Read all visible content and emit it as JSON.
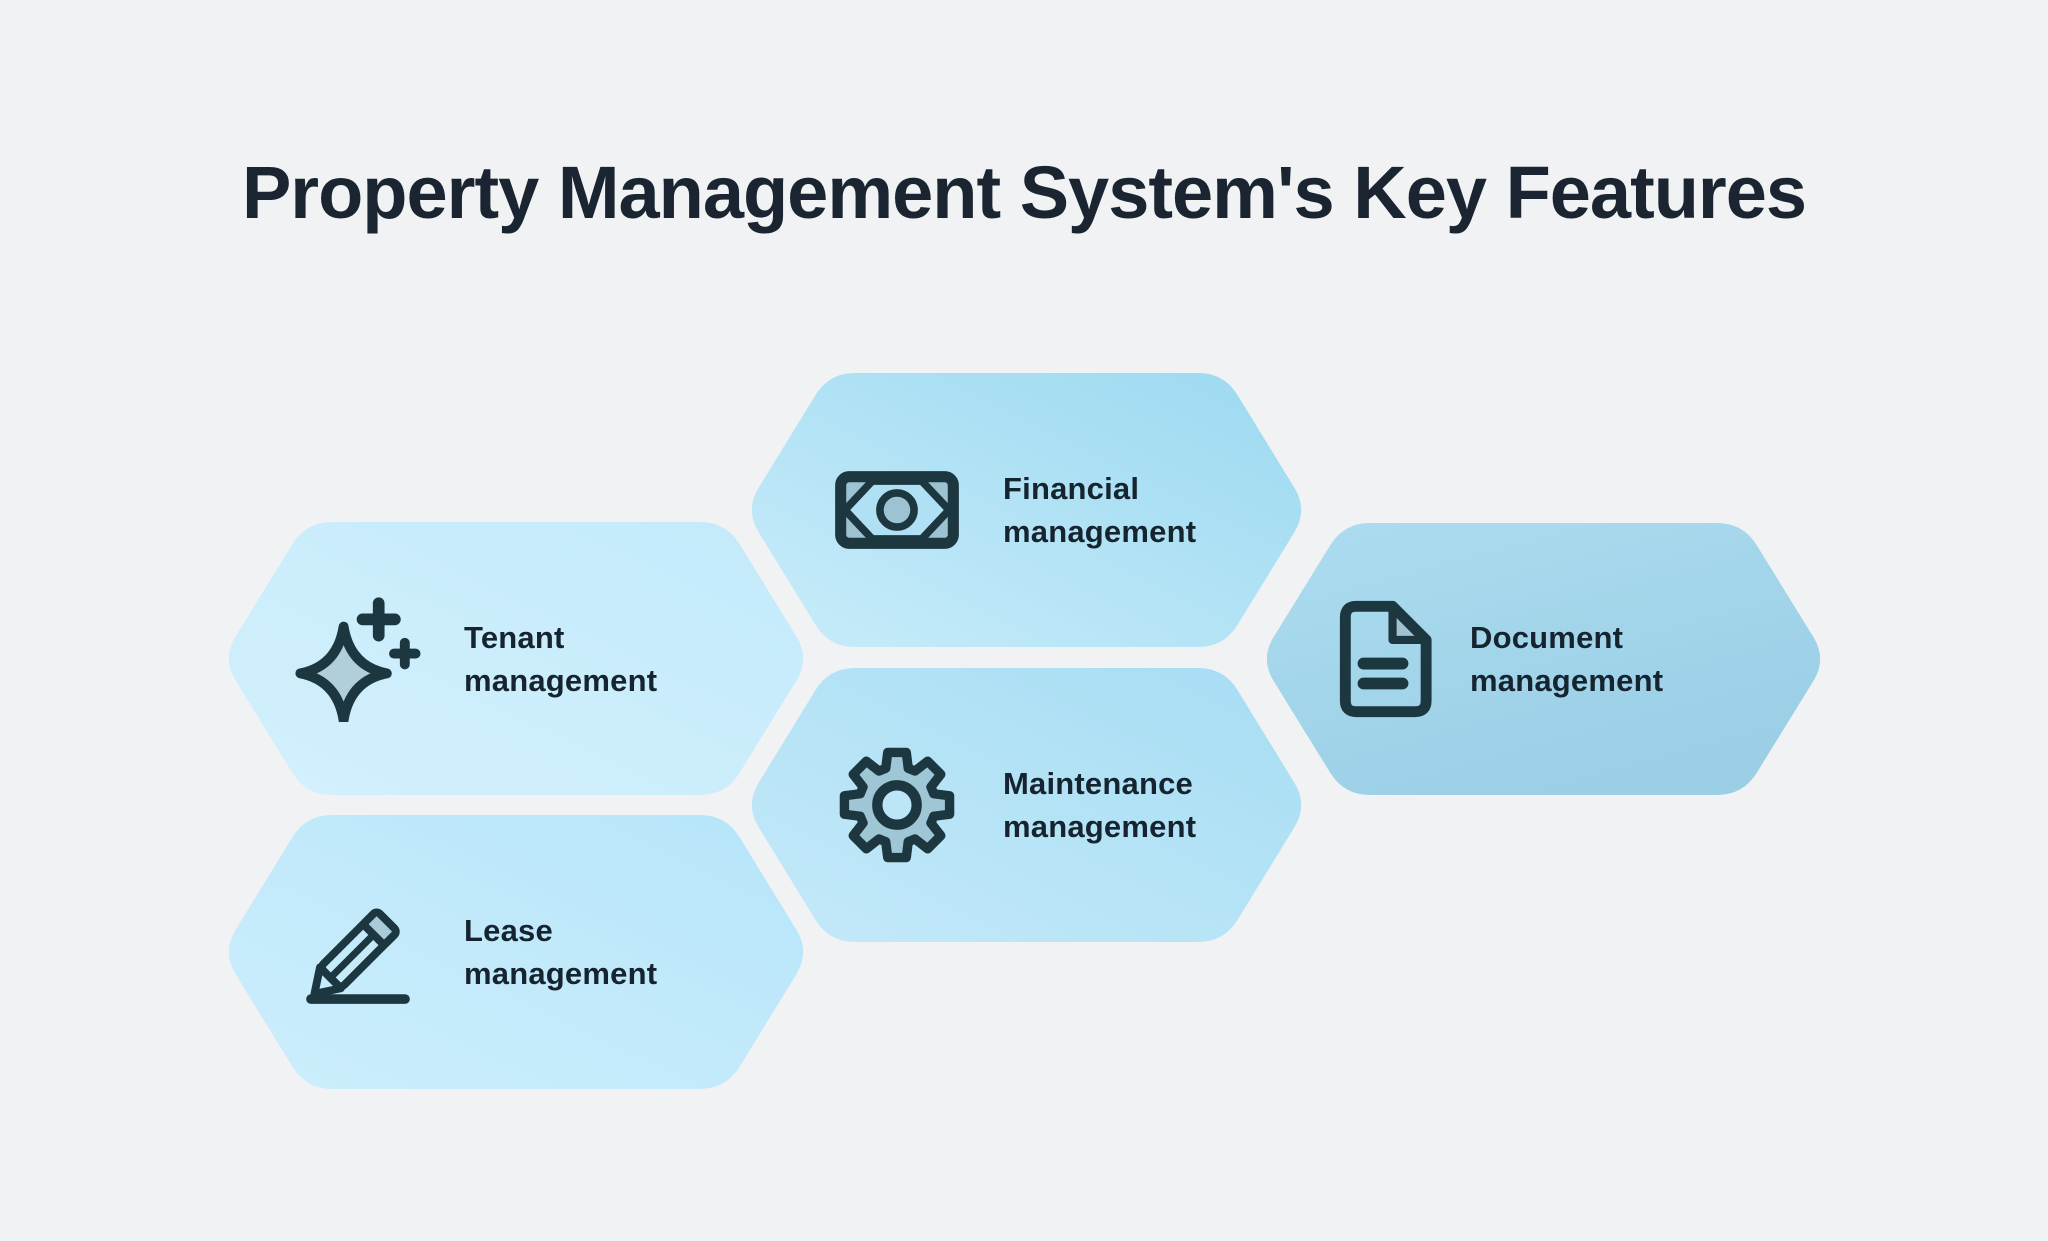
{
  "title": "Property Management System's Key Features",
  "colors": {
    "background": "#f1f2f4",
    "title_text": "#1a2531",
    "label_text": "#162430",
    "icon_outline": "#1d3741"
  },
  "cards": [
    {
      "id": "tenant",
      "icon": "sparkle-icon",
      "line1": "Tenant",
      "line2": "management",
      "fill_from": "#d3f0fd",
      "fill_to": "#c3eafb",
      "icon_fill": "#b0cfda",
      "icon_inner": "#cdeefc"
    },
    {
      "id": "financial",
      "icon": "banknote-icon",
      "line1": "Financial",
      "line2": "management",
      "fill_from": "#c8ecfa",
      "fill_to": "#9cd9f0",
      "icon_fill": "#9dc3d2",
      "icon_inner": "#b0e0f3"
    },
    {
      "id": "lease",
      "icon": "pencil-icon",
      "line1": "Lease",
      "line2": "management",
      "fill_from": "#cdeefc",
      "fill_to": "#b6e5f9",
      "icon_fill": "#a9cbd8",
      "icon_inner": "#c4eafb"
    },
    {
      "id": "maintenance",
      "icon": "gear-icon",
      "line1": "Maintenance",
      "line2": "management",
      "fill_from": "#c4e9f9",
      "fill_to": "#a6ddf3",
      "icon_fill": "#9fc6d5",
      "icon_inner": "#bce6f7"
    },
    {
      "id": "document",
      "icon": "document-icon",
      "line1": "Document",
      "line2": "management",
      "fill_from": "#addcef",
      "fill_to": "#9acfe6",
      "icon_fill": "#a0c1cf",
      "icon_inner": "#a5d7ea"
    }
  ]
}
